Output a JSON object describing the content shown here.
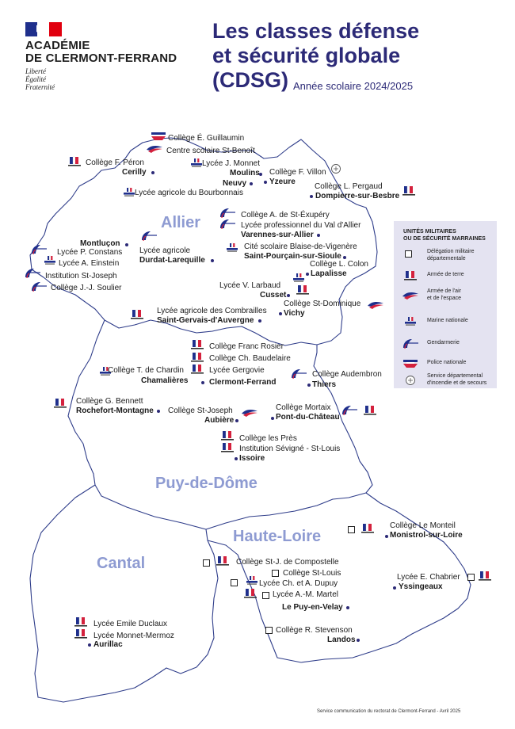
{
  "header": {
    "logo_title_line1": "ACADÉMIE",
    "logo_title_line2": "DE CLERMONT-FERRAND",
    "motto": [
      "Liberté",
      "Égalité",
      "Fraternité"
    ],
    "title_line1": "Les classes défense",
    "title_line2": "et sécurité globale",
    "title_line3": "(CDSG)",
    "school_year": "Année scolaire 2024/2025"
  },
  "departments": {
    "allier": "Allier",
    "puy_de_dome": "Puy-de-Dôme",
    "haute_loire": "Haute-Loire",
    "cantal": "Cantal"
  },
  "legend": {
    "title_line1": "UNITÉS MILITAIRES",
    "title_line2": "OU DE SÉCURITÉ MARRAINES",
    "items": [
      {
        "line1": "Délégation militaire",
        "line2": "départementale",
        "icon": "square-icon"
      },
      {
        "line1": "Armée de terre",
        "line2": "",
        "icon": "army-icon"
      },
      {
        "line1": "Armée de l'air",
        "line2": "et de l'espace",
        "icon": "air-force-icon"
      },
      {
        "line1": "Marine nationale",
        "line2": "",
        "icon": "navy-icon"
      },
      {
        "line1": "Gendarmerie",
        "line2": "",
        "icon": "gendarmerie-icon"
      },
      {
        "line1": "Police nationale",
        "line2": "",
        "icon": "police-icon"
      },
      {
        "line1": "Service départemental",
        "line2": "d'incendie et de secours",
        "icon": "fire-service-icon"
      }
    ]
  },
  "labels": {
    "c_guillaumin": "Collège É. Guillaumin",
    "c_stbenoit": "Centre scolaire St-Benoît",
    "c_peron": "Collège F. Péron",
    "cerilly": "Cerilly",
    "l_monnet": "Lycée J. Monnet",
    "moulins": "Moulins",
    "c_villon": "Collège F. Villon",
    "neuvy": "Neuvy",
    "yzeure": "Yzeure",
    "c_pergaud": "Collège L. Pergaud",
    "dompierre": "Dompierre-sur-Besbre",
    "l_bourbonnais": "Lycée agricole du Bourbonnais",
    "c_stexupery": "Collège A. de St-Éxupéry",
    "l_valdallier": "Lycée professionnel du Val d'Allier",
    "varennes": "Varennes-sur-Allier",
    "montlucon": "Montluçon",
    "l_agricole": "Lycée agricole",
    "durdat": "Durdat-Larequille",
    "l_constans": "Lycée P. Constans",
    "l_einstein": "Lycée A. Einstein",
    "i_stjoseph": "Institution St-Joseph",
    "c_soulier": "Collège J.-J. Soulier",
    "cite_blaise": "Cité scolaire Blaise-de-Vigenère",
    "stpourcain": "Saint-Pourçain-sur-Sioule",
    "c_colon": "Collège L. Colon",
    "lapalisse": "Lapalisse",
    "l_larbaud": "Lycée V. Larbaud",
    "cusset": "Cusset",
    "c_stdominique": "Collège St-Dominique",
    "vichy": "Vichy",
    "l_combrailles": "Lycée agricole des Combrailles",
    "stgervais": "Saint-Gervais-d'Auvergne",
    "c_rosier": "Collège Franc Rosier",
    "c_baudelaire": "Collège Ch. Baudelaire",
    "c_chardin": "Collège T. de Chardin",
    "l_gergovie": "Lycée Gergovie",
    "chamalieres": "Chamalières",
    "clermont": "Clermont-Ferrand",
    "c_audembron": "Collège Audembron",
    "thiers": "Thiers",
    "c_bennett": "Collège G. Bennett",
    "rochefort": "Rochefort-Montagne",
    "c_stjoseph": "Collège St-Joseph",
    "aubiere": "Aubière",
    "c_mortaix": "Collège Mortaix",
    "pontduchateau": "Pont-du-Château",
    "c_lespres": "Collège les Près",
    "i_sevigne": "Institution Sévigné - St-Louis",
    "issoire": "Issoire",
    "c_lemonteil": "Collège Le Monteil",
    "monistrol": "Monistrol-sur-Loire",
    "c_compostelle": "Collège St-J. de Compostelle",
    "c_stlouis": "Collège St-Louis",
    "l_dupuy": "Lycée Ch. et A. Dupuy",
    "l_martel": "Lycée A.-M. Martel",
    "lepuy": "Le Puy-en-Velay",
    "l_chabrier": "Lycée E. Chabrier",
    "yssingeaux": "Yssingeaux",
    "l_duclaux": "Lycée Emile Duclaux",
    "l_mermoz": "Lycée Monnet-Mermoz",
    "aurillac": "Aurillac",
    "c_stevenson": "Collège R. Stevenson",
    "landos": "Landos"
  },
  "footer": "Service communication du rectorat de Clermont-Ferrand - Avril 2025",
  "colors": {
    "title": "#2c2a77",
    "department": "#8e9bd2",
    "border": "#2f3d8a",
    "legend_bg": "#e4e3f1",
    "flag_blue": "#1f2f8c",
    "flag_red": "#d4213d"
  }
}
